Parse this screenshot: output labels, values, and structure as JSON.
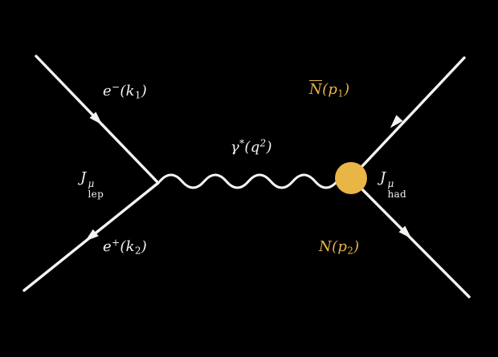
{
  "colors": {
    "background": "#000000",
    "line": "#f5f3ef",
    "accent": "#e9b545"
  },
  "labels": {
    "electron": {
      "base": "e",
      "charge": "−",
      "open": "(k",
      "sub": "1",
      "close": ")"
    },
    "positron": {
      "base": "e",
      "charge": "+",
      "open": "(k",
      "sub": "2",
      "close": ")"
    },
    "photon": {
      "base": "γ",
      "star": "*",
      "open": "(q",
      "sup": "2",
      "close": ")"
    },
    "lepton_current": {
      "base": "J",
      "sup": "μ",
      "sub": "lep"
    },
    "hadron_current": {
      "base": "J",
      "sup": "μ",
      "sub": "had"
    },
    "antinucleon": {
      "base": "N",
      "open": "(p",
      "sub": "1",
      "close": ")"
    },
    "nucleon": {
      "base": "N",
      "open": "(p",
      "sub": "2",
      "close": ")"
    }
  }
}
